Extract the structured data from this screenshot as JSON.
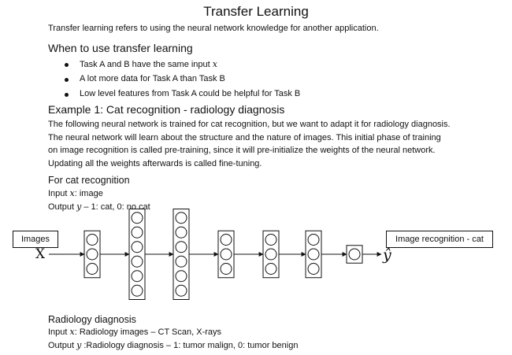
{
  "title": "Transfer Learning",
  "intro": "Transfer learning refers to using the neural network knowledge for another application.",
  "when_heading": "When to use transfer learning",
  "bullets": [
    {
      "text": "Task A and B have the same input ",
      "var": "x"
    },
    {
      "text": "A lot more data for Task A than Task B",
      "var": ""
    },
    {
      "text": "Low level features from Task A could be helpful for Task B",
      "var": ""
    }
  ],
  "example_heading": "Example 1: Cat recognition - radiology diagnosis",
  "paragraph": [
    "The following neural network is trained for cat recognition, but we want to adapt it for radiology diagnosis.",
    "The neural network will learn about the structure and the nature of images. This initial phase of training",
    "on image recognition is called pre-training, since it will pre-initialize the weights of the neural network.",
    "Updating all the weights afterwards is called fine-tuning."
  ],
  "cat": {
    "heading": "For cat recognition",
    "input_prefix": "Input ",
    "input_var": "x",
    "input_suffix": ": image",
    "output_prefix": "Output ",
    "output_var": "y",
    "output_suffix": " – 1: cat, 0: no cat"
  },
  "diagram": {
    "input_box": "Images",
    "input_symbol": "X",
    "output_box": "Image recognition - cat",
    "output_symbol": "ŷ",
    "layers": [
      3,
      6,
      6,
      3,
      3,
      3,
      1
    ]
  },
  "radiology": {
    "heading": "Radiology diagnosis",
    "input_prefix": "Input ",
    "input_var": "x",
    "input_suffix": ": Radiology images – CT Scan, X-rays",
    "output_prefix": "Output ",
    "output_var": "y",
    "output_suffix": " :Radiology diagnosis – 1: tumor malign, 0: tumor benign"
  }
}
